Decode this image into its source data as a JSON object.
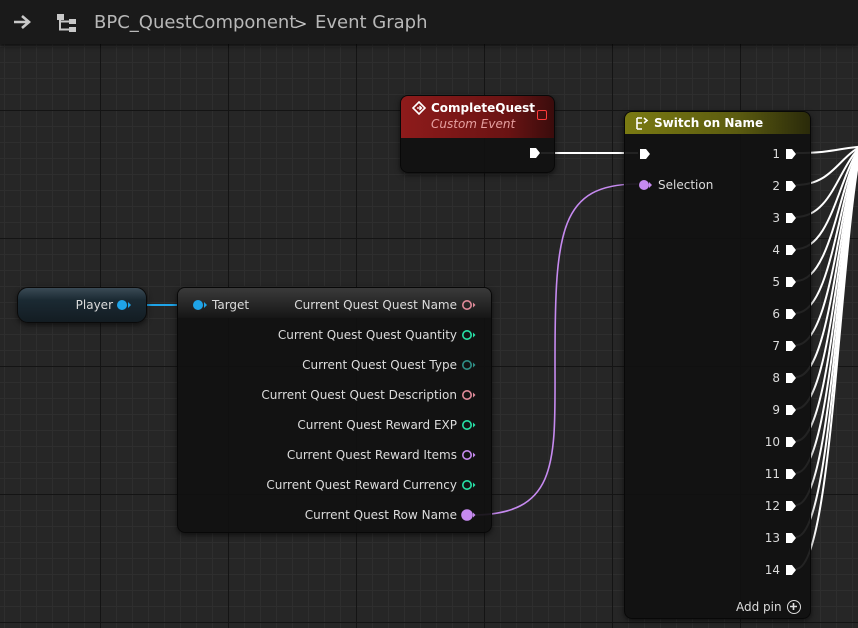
{
  "breadcrumb": {
    "blueprint": "BPC_QuestComponent",
    "separator": ">",
    "graph": "Event Graph"
  },
  "icons": {
    "nav": "arrow-right-icon",
    "blueprint": "blueprint-hierarchy-icon",
    "event": "event-diamond-icon",
    "switch": "switch-branch-icon",
    "add": "plus-circle-icon"
  },
  "colors": {
    "event_header": "#8e1b1b",
    "switch_header": "#7a7a12",
    "object_pin": "#1fa4e8",
    "name_pin": "#c68af0",
    "text_pin": "#e08a99",
    "int_pin": "#27e0a6",
    "struct_pin": "#3aa8c8"
  },
  "custom_event": {
    "title": "CompleteQuest",
    "subtitle": "Custom Event"
  },
  "switch_node": {
    "title": "Switch on Name",
    "input_label": "Selection",
    "outputs": [
      "1",
      "2",
      "3",
      "4",
      "5",
      "6",
      "7",
      "8",
      "9",
      "10",
      "11",
      "12",
      "13",
      "14"
    ],
    "add_pin_label": "Add pin"
  },
  "player_var": {
    "label": "Player"
  },
  "break_node": {
    "target_label": "Target",
    "outputs": [
      {
        "label": "Current Quest Quest Name",
        "type": "text"
      },
      {
        "label": "Current Quest Quest Quantity",
        "type": "int"
      },
      {
        "label": "Current Quest Quest Type",
        "type": "enum"
      },
      {
        "label": "Current Quest Quest Description",
        "type": "text"
      },
      {
        "label": "Current Quest Reward EXP",
        "type": "int"
      },
      {
        "label": "Current Quest Reward Items",
        "type": "name"
      },
      {
        "label": "Current Quest Reward Currency",
        "type": "int"
      },
      {
        "label": "Current Quest Row Name",
        "type": "name"
      }
    ]
  }
}
